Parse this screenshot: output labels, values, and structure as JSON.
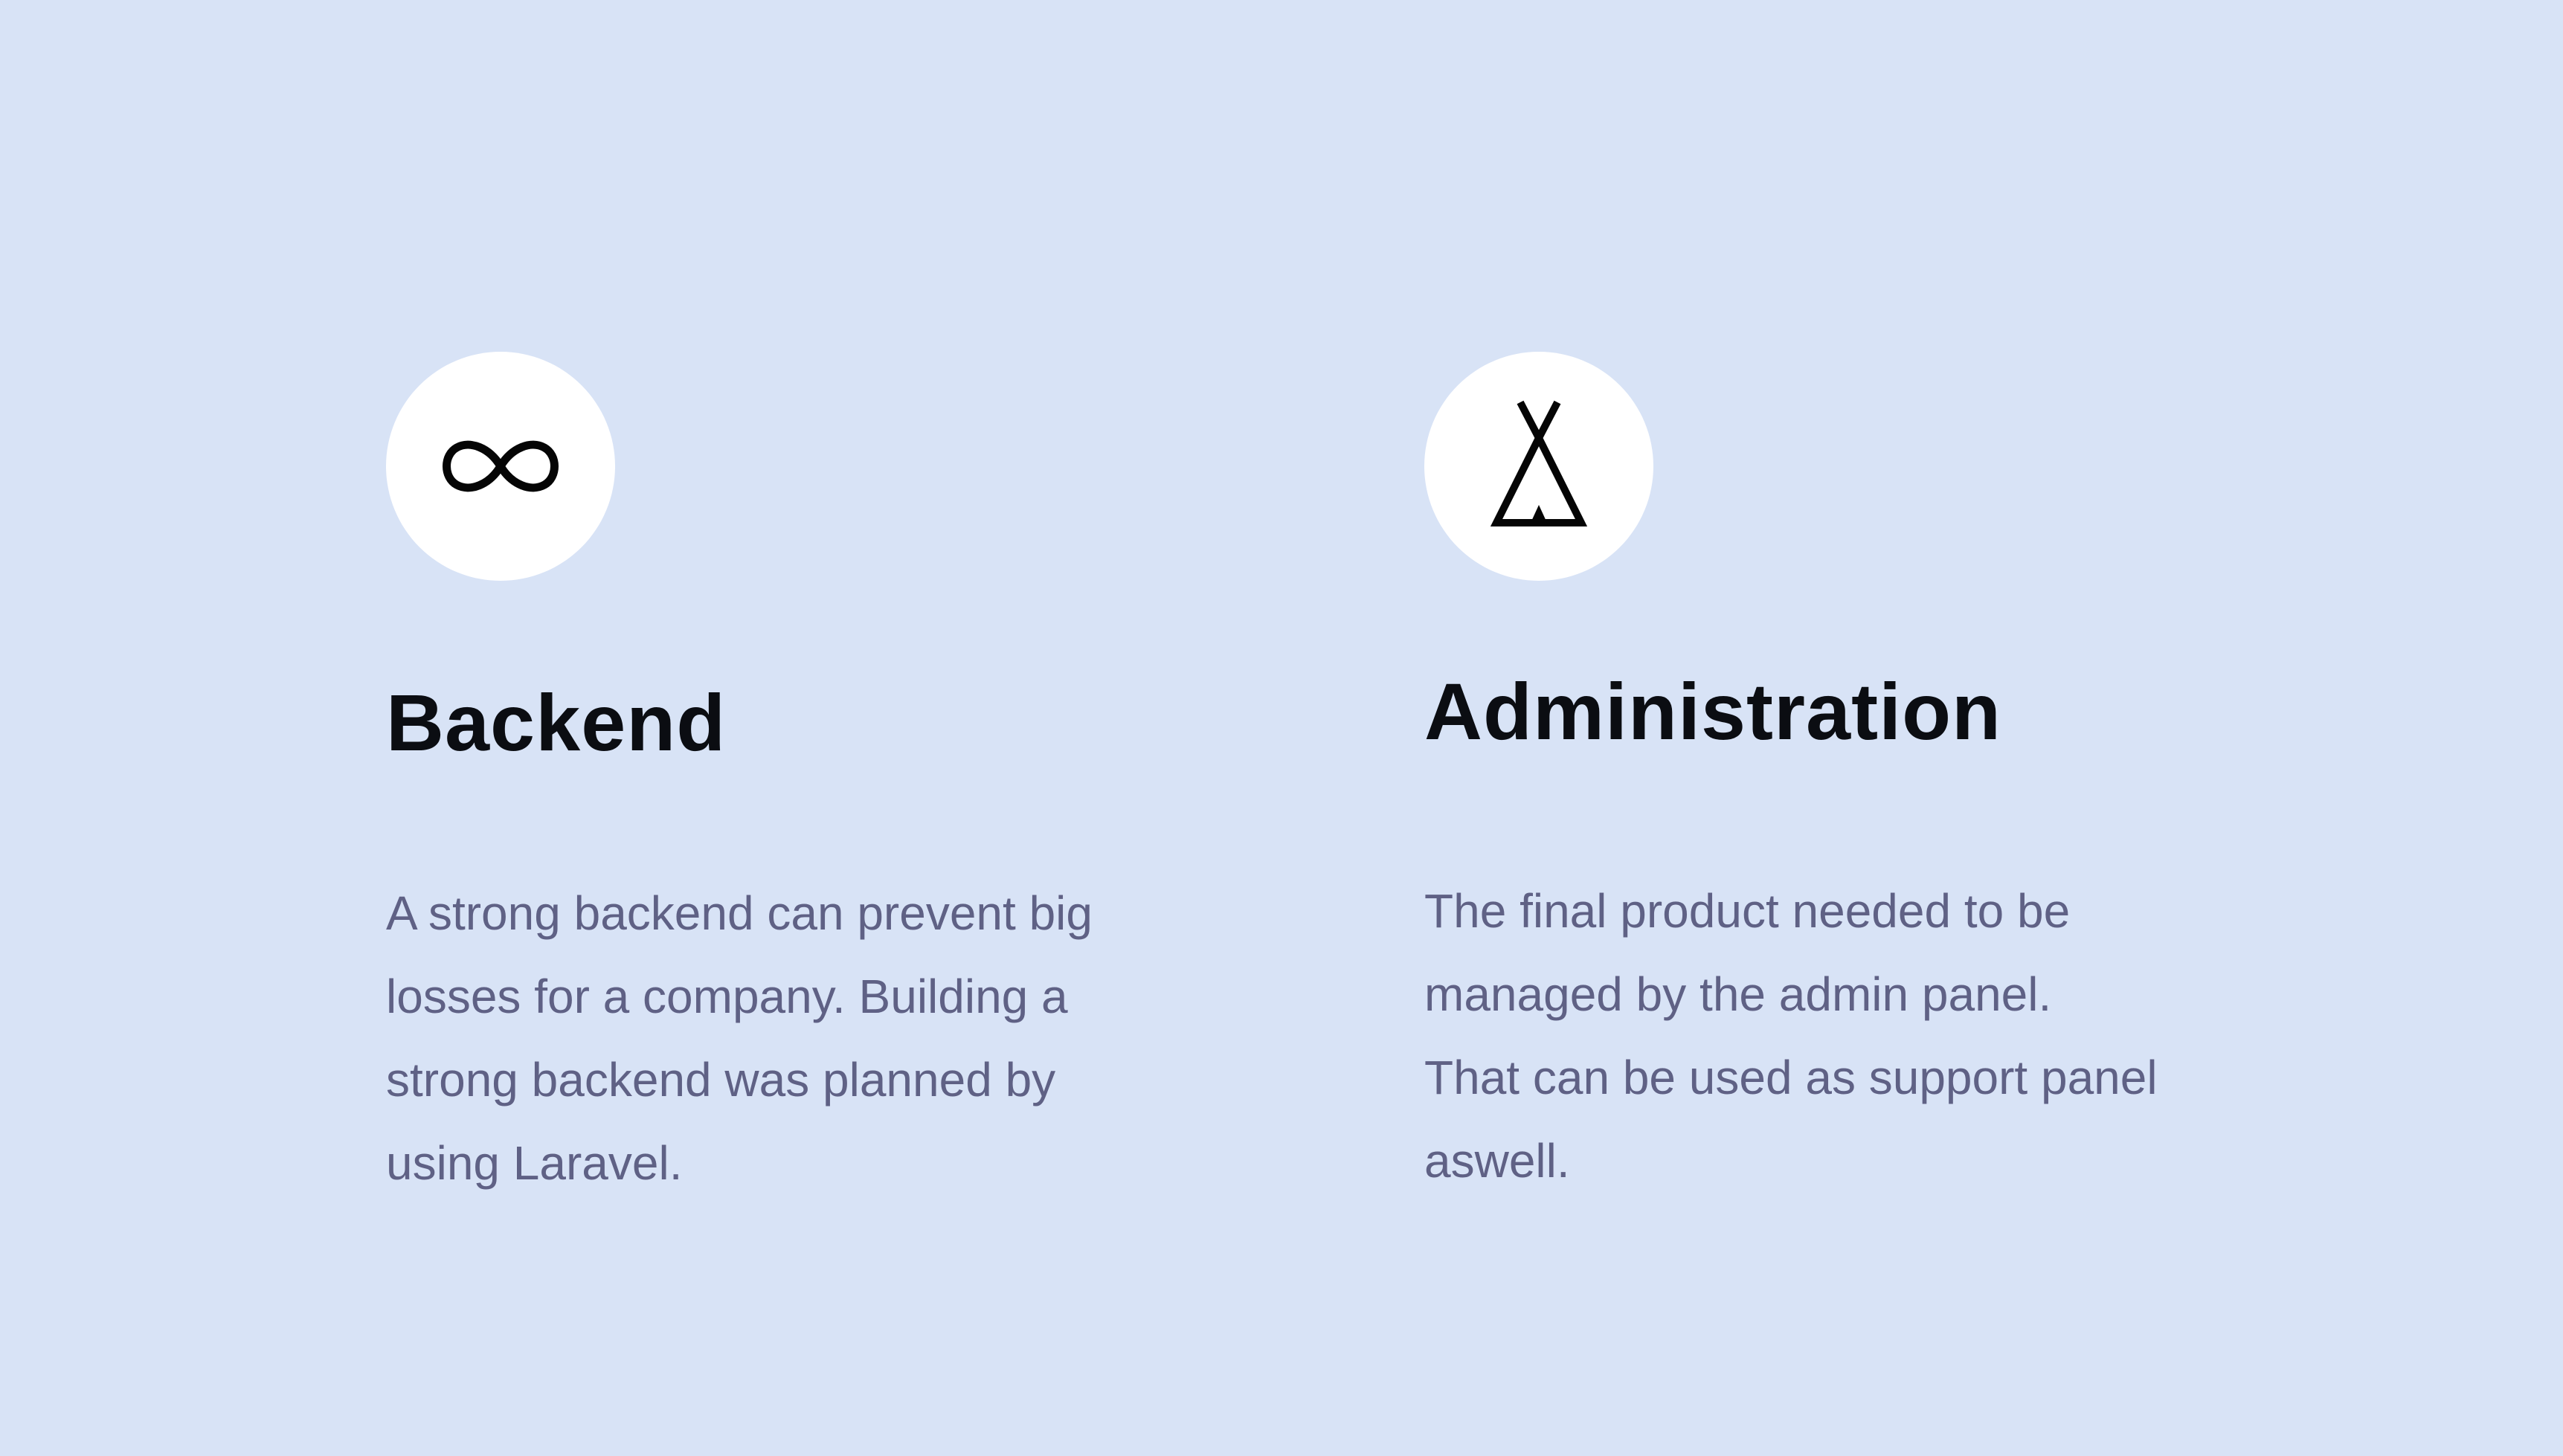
{
  "features": {
    "backend": {
      "icon": "infinity-icon",
      "title": "Backend",
      "description_lines": [
        "A strong backend can prevent big",
        "losses for a company. Building a",
        "strong backend was planned by",
        "using Laravel."
      ]
    },
    "administration": {
      "icon": "tent-icon",
      "title": "Administration",
      "description_lines": [
        "The final product needed to be",
        "managed by the admin panel.",
        "That can be used as support panel",
        "aswell."
      ]
    }
  },
  "colors": {
    "background": "#d8e3f6",
    "icon_circle": "#ffffff",
    "title": "#0b0d12",
    "description": "#5f6185"
  }
}
